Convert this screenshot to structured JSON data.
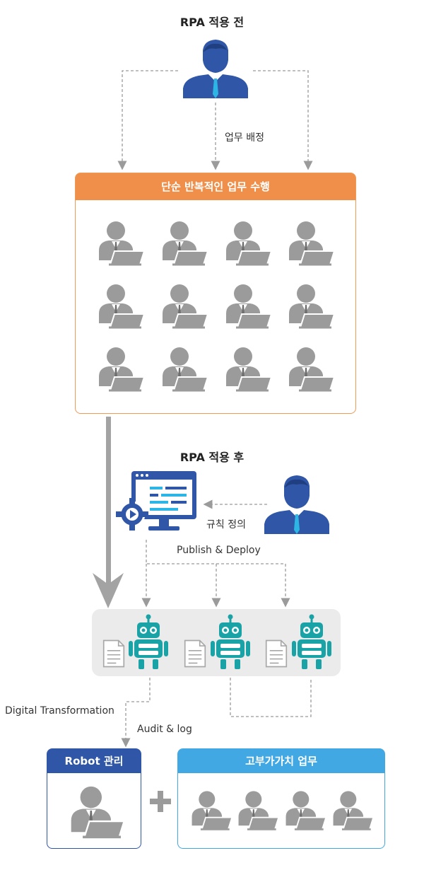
{
  "before": {
    "title": "RPA 적용 전",
    "assign_label": "업무 배정",
    "panel_title": "단순 반복적인 업무 수행",
    "worker_count": 12
  },
  "after": {
    "title": "RPA 적용 후",
    "rule_label": "규칙 정의",
    "publish_label": "Publish & Deploy",
    "robot_count": 3
  },
  "bottom": {
    "dt_label": "Digital Transformation",
    "audit_label": "Audit & log",
    "robot_mgmt_title": "Robot 관리",
    "high_value_title": "고부가가치 업무",
    "high_value_worker_count": 4
  },
  "colors": {
    "manager_blue": "#2f56a7",
    "orange": "#ef8f4a",
    "sky": "#41a8e4",
    "teal": "#1aa3a6",
    "gray": "#9b9b9b"
  }
}
